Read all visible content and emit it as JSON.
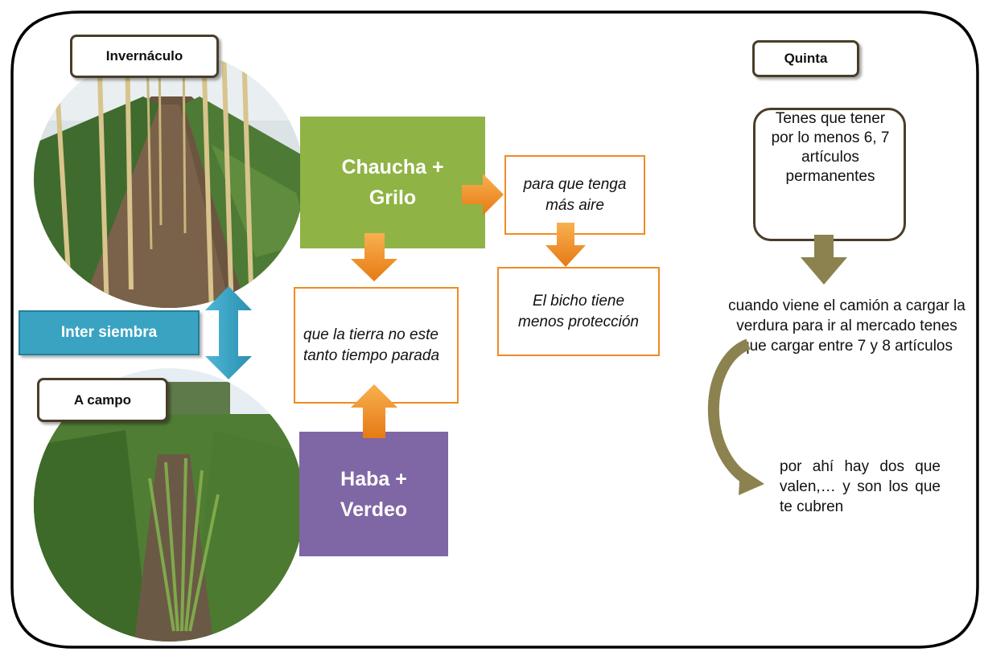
{
  "labels": {
    "invernaculo": "Invernáculo",
    "quinta": "Quinta",
    "a_campo": "A campo",
    "intersiembra": "Inter siembra"
  },
  "blocks": {
    "chaucha": "Chaucha + Grilo",
    "haba": "Haba + Verdeo"
  },
  "notes": {
    "aire": "para que tenga más aire",
    "bicho": "El bicho tiene menos protección",
    "tierra": "que la tierra no este tanto tiempo parada"
  },
  "quinta_text": {
    "tenes": "Tenes que tener por lo menos 6, 7 artículos permanentes",
    "camion": "cuando viene el camión a cargar la verdura para ir al mercado tenes que cargar entre 7 y 8 artículos",
    "valen": "por ahí hay dos que valen,… y son los que te cubren"
  },
  "colors": {
    "green": "#8fb344",
    "purple": "#7f66a5",
    "orange": "#f08a24",
    "teal": "#3aa3c2",
    "olive": "#8c8250",
    "border": "#4a3d28"
  }
}
